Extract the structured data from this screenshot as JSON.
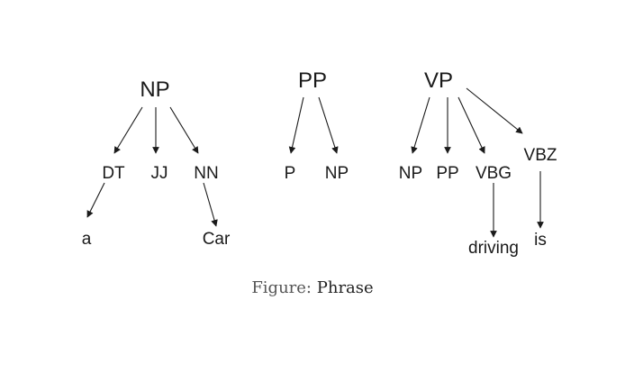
{
  "trees": [
    {
      "id": "np",
      "root": "NP",
      "children": [
        "DT",
        "JJ",
        "NN"
      ],
      "leaves": [
        {
          "parent": "DT",
          "label": "a"
        },
        {
          "parent": "NN",
          "label": "Car"
        }
      ]
    },
    {
      "id": "pp",
      "root": "PP",
      "children": [
        "P",
        "NP"
      ],
      "leaves": []
    },
    {
      "id": "vp",
      "root": "VP",
      "children": [
        "NP",
        "PP",
        "VBG",
        "VBZ"
      ],
      "leaves": [
        {
          "parent": "VBG",
          "label": "driving"
        },
        {
          "parent": "VBZ",
          "label": "is"
        }
      ]
    }
  ],
  "caption": {
    "label": "Figure:",
    "text": "Phrase"
  }
}
